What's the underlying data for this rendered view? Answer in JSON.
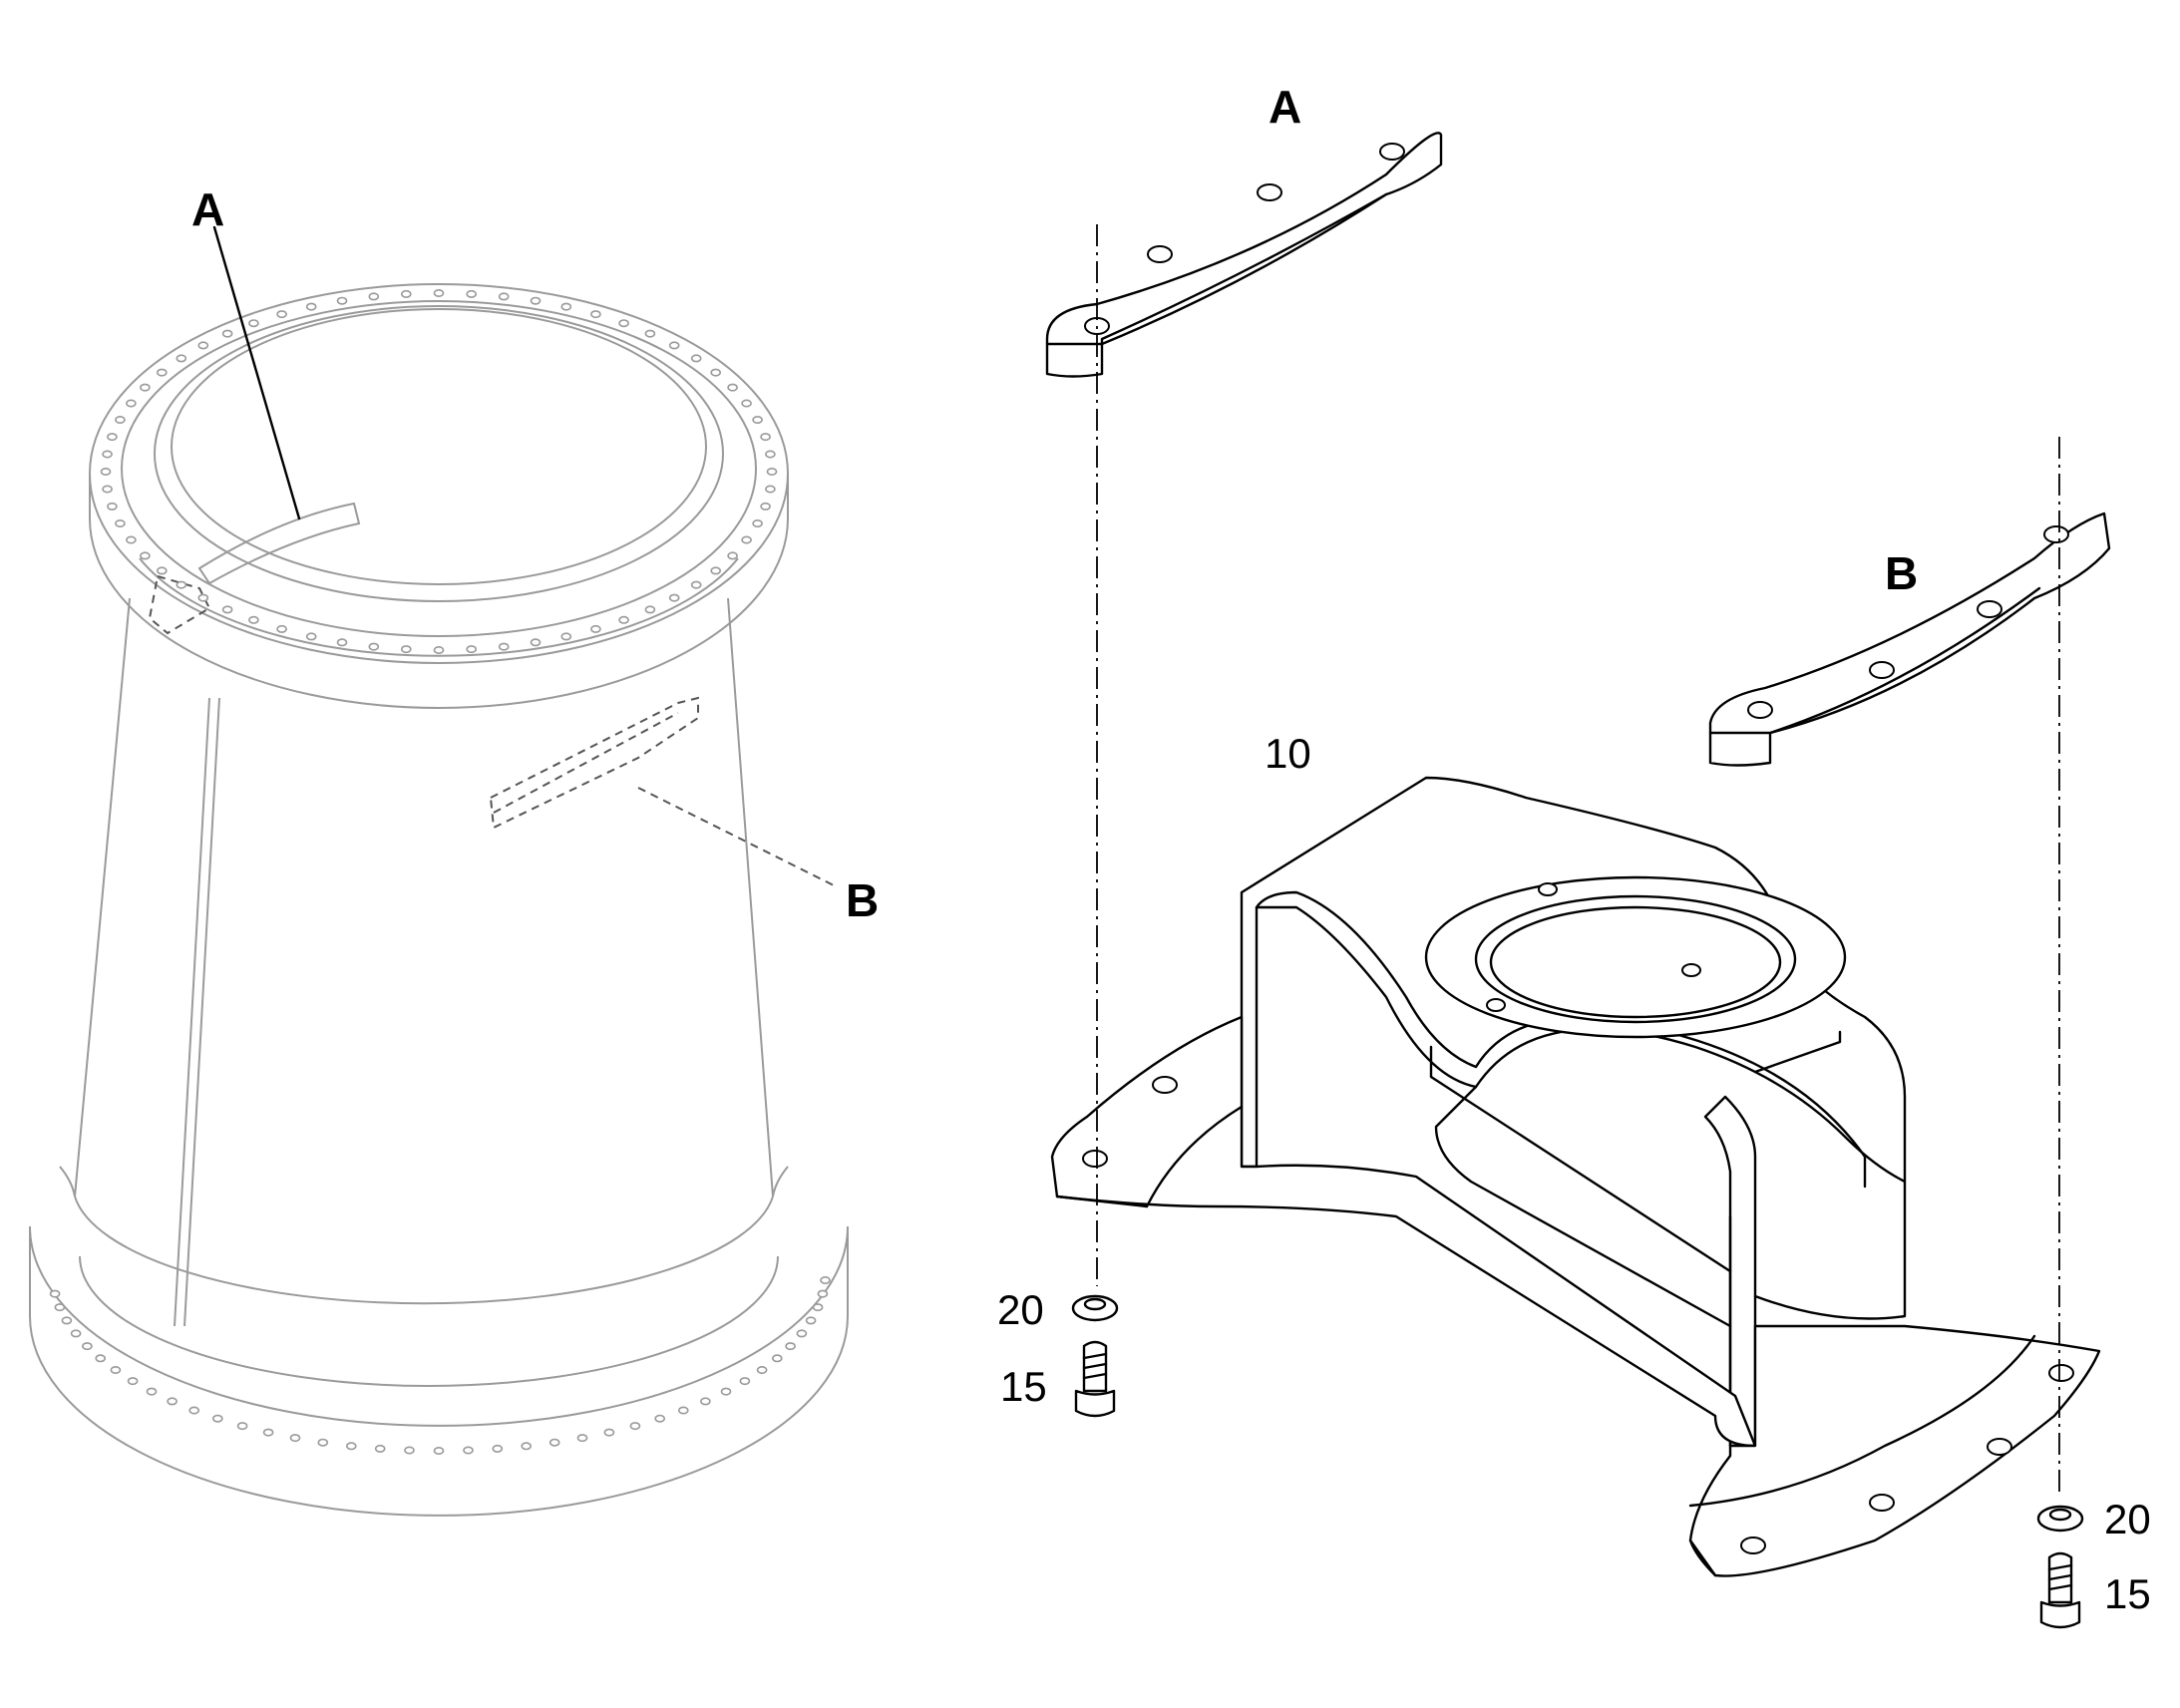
{
  "labels": {
    "overview_a": "A",
    "overview_b": "B",
    "detail_a": "A",
    "detail_b": "B",
    "part_support": "10",
    "washer_left": "20",
    "bolt_left": "15",
    "washer_right": "20",
    "bolt_right": "15"
  },
  "colors": {
    "line": "#000000",
    "ghost_line": "#9a9a9a",
    "background": "#ffffff"
  }
}
